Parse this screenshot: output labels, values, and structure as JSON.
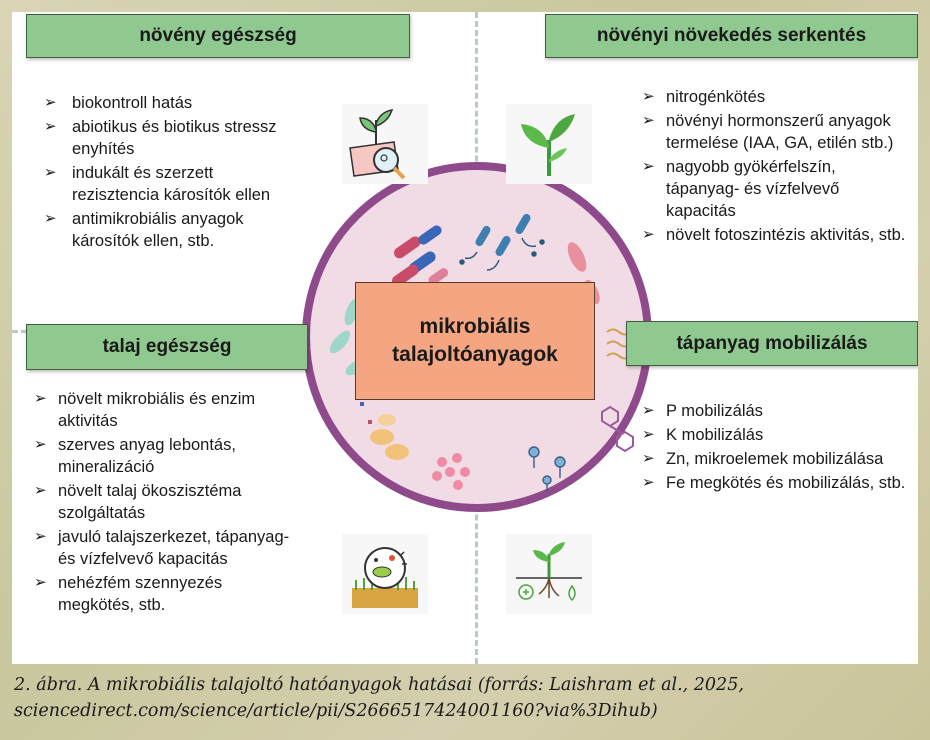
{
  "panels": {
    "top_left": {
      "title": "növény egészség",
      "items": [
        "biokontroll hatás",
        "abiotikus és biotikus stressz enyhítés",
        "indukált és szerzett rezisztencia károsítók ellen",
        "antimikrobiális anyagok károsítók ellen, stb."
      ]
    },
    "top_right": {
      "title": "növényi növekedés serkentés",
      "items": [
        "nitrogénkötés",
        "növényi hormonszerű anyagok termelése (IAA, GA, etilén stb.)",
        "nagyobb gyökérfelszín, tápanyag- és vízfelvevő kapacitás",
        "növelt fotoszintézis aktivitás, stb."
      ]
    },
    "bottom_left": {
      "title": "talaj egészség",
      "items": [
        "növelt mikrobiális és enzim aktivitás",
        "szerves anyag lebontás, mineralizáció",
        "növelt talaj ökoszisztéma szolgáltatás",
        "javuló talajszerkezet, tápanyag- és vízfelvevő kapacitás",
        "nehézfém szennyezés megkötés, stb."
      ]
    },
    "bottom_right": {
      "title": "tápanyag mobilizálás",
      "items": [
        "P mobilizálás",
        "K mobilizálás",
        "Zn, mikroelemek mobilizálása",
        "Fe megkötés és mobilizálás, stb."
      ]
    }
  },
  "center": {
    "line1": "mikrobiális",
    "line2": "talajoltóanyagok"
  },
  "bullet_glyph": "➢",
  "caption": {
    "line1": "2. ábra. A mikrobiális talajoltó hatóanyagok hatásai (forrás: Laishram et al., 2025,",
    "line2": "sciencedirect.com/science/article/pii/S2666517424001160?via%3Dihub)"
  },
  "icons": [
    "plant-inspection-icon",
    "seedling-icon",
    "soil-microbe-icon",
    "root-nutrient-icon"
  ],
  "colors": {
    "header_bg": "#8fc98f",
    "center_box": "#f4a582",
    "circle_border": "#8e4a8a",
    "circle_fill": "#f1dce6"
  }
}
